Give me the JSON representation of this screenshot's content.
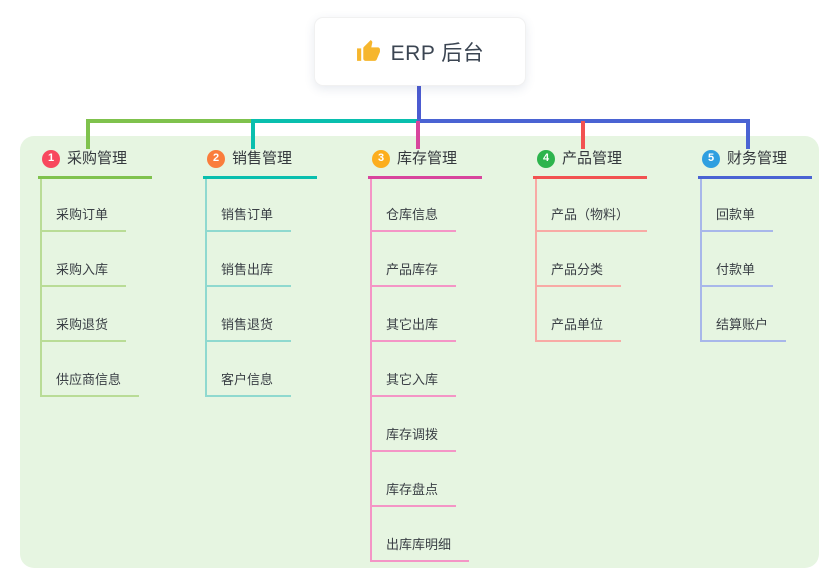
{
  "canvas": {
    "background": "#ffffff",
    "panel_background": "#e6f5e1"
  },
  "root": {
    "title": "ERP 后台",
    "icon": "thumbs-up-icon",
    "icon_color": "#f6b62d",
    "drop_line_color": "#4c5bd1"
  },
  "branches": [
    {
      "number": "1",
      "title": "采购管理",
      "badge_color": "#f8485e",
      "line_color": "#7fc24d",
      "child_line_color": "#b9dc96",
      "children": [
        "采购订单",
        "采购入库",
        "采购退货",
        "供应商信息"
      ]
    },
    {
      "number": "2",
      "title": "销售管理",
      "badge_color": "#fa7d3c",
      "line_color": "#09bfae",
      "child_line_color": "#8fd9cf",
      "children": [
        "销售订单",
        "销售出库",
        "销售退货",
        "客户信息"
      ]
    },
    {
      "number": "3",
      "title": "库存管理",
      "badge_color": "#fcae1e",
      "line_color": "#d8459d",
      "child_line_color": "#f495c6",
      "children": [
        "仓库信息",
        "产品库存",
        "其它出库",
        "其它入库",
        "库存调拨",
        "库存盘点",
        "出库库明细"
      ]
    },
    {
      "number": "4",
      "title": "产品管理",
      "badge_color": "#2db44d",
      "line_color": "#f25251",
      "child_line_color": "#f8aaa5",
      "children": [
        "产品（物料）",
        "产品分类",
        "产品单位"
      ]
    },
    {
      "number": "5",
      "title": "财务管理",
      "badge_color": "#2f9fe0",
      "line_color": "#4a63d3",
      "child_line_color": "#a8b7ea",
      "children": [
        "回款单",
        "付款单",
        "结算账户"
      ]
    }
  ]
}
